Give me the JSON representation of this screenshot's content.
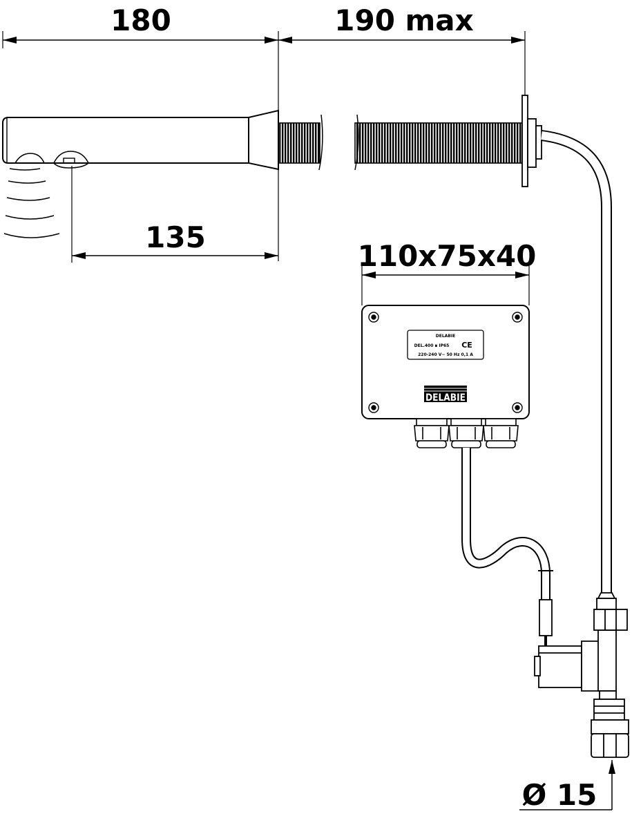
{
  "dimensions": {
    "spout_length": "180",
    "threaded_length": "190 max",
    "sensor_distance": "135",
    "box_size": "110x75x40",
    "pipe_diameter": "Ø 15"
  },
  "control_box": {
    "brand": "DELABIE",
    "model_line": "DEL.400 ∎ IP65",
    "electrical_line": "220-240 V~   50 Hz   0,1 A",
    "marking": "CE",
    "logo_text": "DELABIE"
  },
  "colors": {
    "line": "#000000",
    "background": "#ffffff"
  }
}
